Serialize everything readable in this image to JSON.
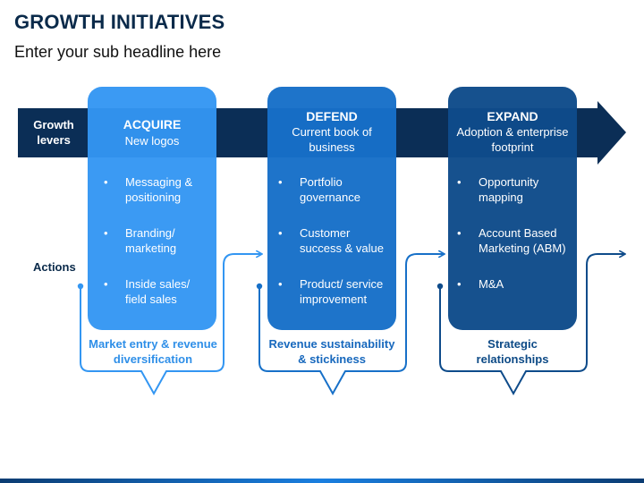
{
  "header": {
    "title": "GROWTH INITIATIVES",
    "subtitle": "Enter your sub headline here"
  },
  "rows": {
    "growth_levers": "Growth levers",
    "actions": "Actions"
  },
  "columns": [
    {
      "title": "ACQUIRE",
      "subtitle": "New logos",
      "bullets": [
        "Messaging & positioning",
        "Branding/ marketing",
        "Inside sales/ field sales"
      ],
      "caption": "Market entry & revenue diversification",
      "color": "#3396f2"
    },
    {
      "title": "DEFEND",
      "subtitle": "Current book of business",
      "bullets": [
        "Portfolio governance",
        "Customer success & value",
        "Product/ service improvement"
      ],
      "caption": "Revenue sustainability & stickiness",
      "color": "#1770c8"
    },
    {
      "title": "EXPAND",
      "subtitle": "Adoption & enterprise footprint",
      "bullets": [
        "Opportunity mapping",
        "Account Based Marketing (ABM)",
        "M&A"
      ],
      "caption": "Strategic relationships",
      "color": "#0e4b8a"
    }
  ],
  "colors": {
    "arrow": "#0b2e56",
    "connector_1": "#3396f2",
    "connector_2": "#1770c8",
    "connector_3": "#0e4b8a"
  }
}
